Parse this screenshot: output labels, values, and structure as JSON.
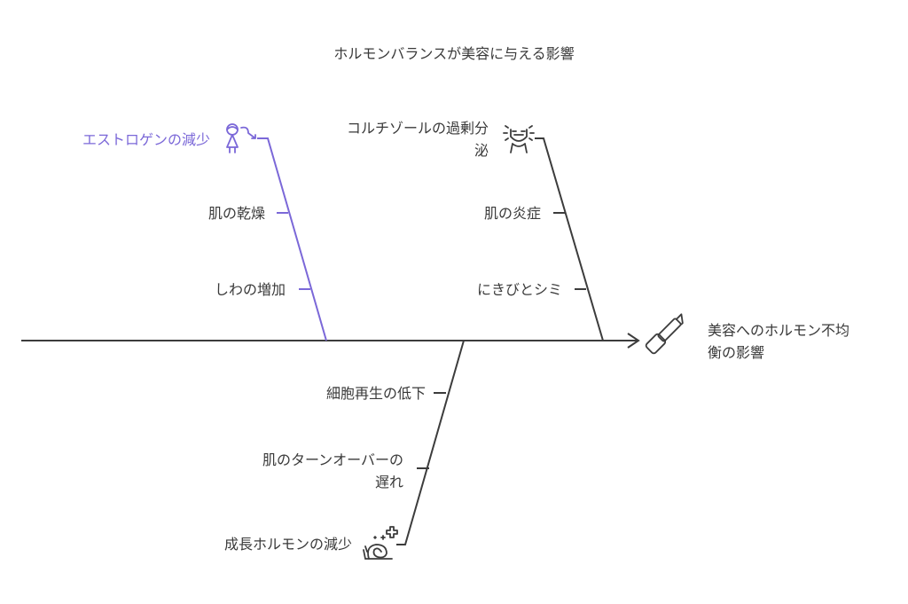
{
  "title": "ホルモンバランスが美容に与える影響",
  "head": {
    "label_line1": "美容へのホルモン不均",
    "label_line2": "衡の影響",
    "icon": "lipstick-icon"
  },
  "colors": {
    "line": "#3c3c3c",
    "accent": "#7b68d8",
    "text": "#3a3a3a"
  },
  "causes": [
    {
      "name": "estrogen",
      "label": "エストロゲンの減少",
      "icon": "woman-icon",
      "highlighted": true,
      "items": [
        "肌の乾燥",
        "しわの増加"
      ]
    },
    {
      "name": "cortisol",
      "label_line1": "コルチゾールの過剰分",
      "label_line2": "泌",
      "icon": "stressed-face-icon",
      "highlighted": false,
      "items": [
        "肌の炎症",
        "にきびとシミ"
      ]
    },
    {
      "name": "growth-hormone",
      "label": "成長ホルモンの減少",
      "icon": "snail-icon",
      "highlighted": false,
      "items": [
        "細胞再生の低下",
        "肌のターンオーバーの",
        "遅れ"
      ]
    }
  ]
}
